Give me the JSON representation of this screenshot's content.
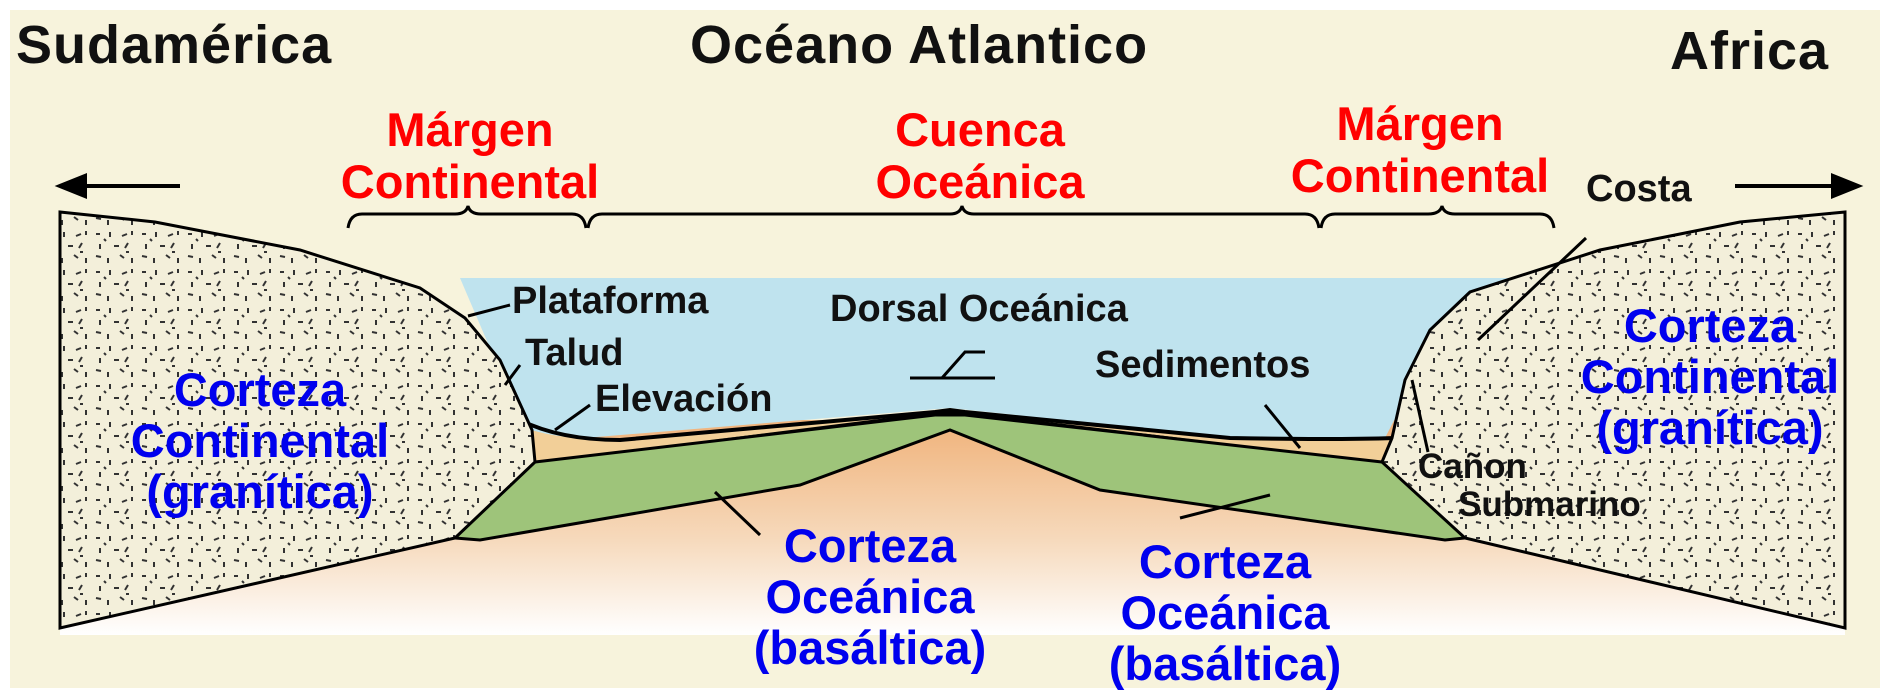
{
  "header": {
    "left_title": "Sudamérica",
    "center_title": "Océano Atlantico",
    "right_title": "Africa"
  },
  "regions": {
    "margin_left": {
      "line1": "Márgen",
      "line2": "Continental"
    },
    "basin": {
      "line1": "Cuenca",
      "line2": "Oceánica"
    },
    "margin_right": {
      "line1": "Márgen",
      "line2": "Continental"
    }
  },
  "labels": {
    "costa": "Costa",
    "plataforma": "Plataforma",
    "talud": "Talud",
    "elevacion": "Elevación",
    "dorsal": "Dorsal Oceánica",
    "sedimentos": "Sedimentos",
    "canon_line1": "Cañon",
    "canon_line2": "Submarino"
  },
  "crust": {
    "continental_left": {
      "line1": "Corteza",
      "line2": "Continental",
      "line3": "(granítica)"
    },
    "continental_right": {
      "line1": "Corteza",
      "line2": "Continental",
      "line3": "(granítica)"
    },
    "oceanic_center": {
      "line1": "Corteza",
      "line2": "Oceánica",
      "line3": "(basáltica)"
    },
    "oceanic_right": {
      "line1": "Corteza",
      "line2": "Oceánica",
      "line3": "(basáltica)"
    }
  },
  "colors": {
    "frame_background": "#f7f3dc",
    "continental_crust": "#f3efda",
    "ocean_water": "#bfe3ee",
    "sediment": "#f2cf98",
    "oceanic_crust": "#9ec47a",
    "mantle_top": "#f0b27a",
    "mantle_bottom": "#ffffff",
    "region_text": "#ff0000",
    "crust_text": "#0000ee",
    "label_text": "#111111"
  }
}
